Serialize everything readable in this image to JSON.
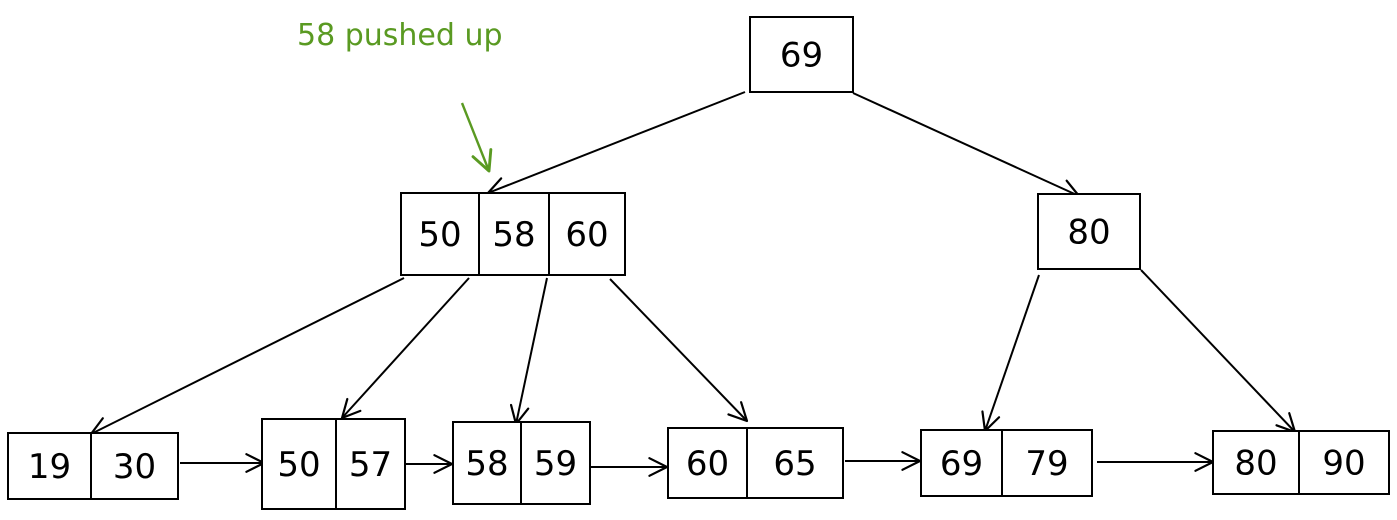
{
  "annotation": {
    "text": "58 pushed up",
    "color": "#5a9a22"
  },
  "root": {
    "keys": [
      "69"
    ]
  },
  "internal": [
    {
      "keys": [
        "50",
        "58",
        "60"
      ]
    },
    {
      "keys": [
        "80"
      ]
    }
  ],
  "leaves": [
    {
      "keys": [
        "19",
        "30"
      ]
    },
    {
      "keys": [
        "50",
        "57"
      ]
    },
    {
      "keys": [
        "58",
        "59"
      ]
    },
    {
      "keys": [
        "60",
        "65"
      ]
    },
    {
      "keys": [
        "69",
        "79"
      ]
    },
    {
      "keys": [
        "80",
        "90"
      ]
    }
  ],
  "colors": {
    "stroke": "#000000",
    "background": "#ffffff"
  }
}
